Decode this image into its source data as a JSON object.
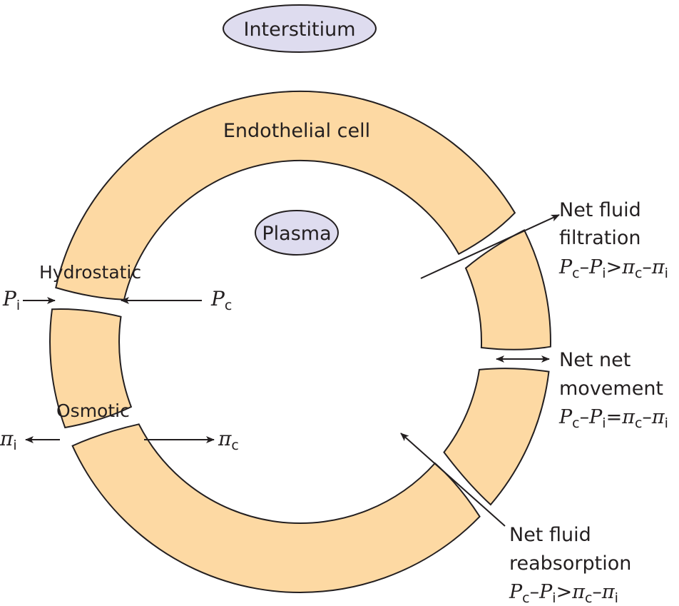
{
  "diagram": {
    "title_ellipses": {
      "interstitium": "Interstitium",
      "plasma": "Plasma"
    },
    "ring_label": "Endothelial cell",
    "forces": {
      "hydrostatic": {
        "label": "Hydrostatic",
        "left_symbol": "P",
        "left_sub": "i",
        "right_symbol": "P",
        "right_sub": "c"
      },
      "osmotic": {
        "label": "Osmotic",
        "left_symbol": "π",
        "left_sub": "i",
        "right_symbol": "π",
        "right_sub": "c"
      }
    },
    "outcomes": [
      {
        "line1": "Net fluid",
        "line2": "filtration",
        "eq": {
          "a": "P",
          "a_sub": "c",
          "b": "P",
          "b_sub": "i",
          "rel": ">",
          "c": "π",
          "c_sub": "c",
          "d": "π",
          "d_sub": "i"
        }
      },
      {
        "line1": "Net net",
        "line2": "movement",
        "eq": {
          "a": "P",
          "a_sub": "c",
          "b": "P",
          "b_sub": "i",
          "rel": "=",
          "c": "π",
          "c_sub": "c",
          "d": "π",
          "d_sub": "i"
        }
      },
      {
        "line1": "Net fluid",
        "line2": "reabsorption",
        "eq": {
          "a": "P",
          "a_sub": "c",
          "b": "P",
          "b_sub": "i",
          "rel": ">",
          "c": "π",
          "c_sub": "c",
          "d": "π",
          "d_sub": "i"
        }
      }
    ],
    "minus": "–",
    "colors": {
      "cell_fill": "#fdd9a3",
      "ellipse_fill": "#dedcef",
      "stroke": "#231f20"
    }
  }
}
